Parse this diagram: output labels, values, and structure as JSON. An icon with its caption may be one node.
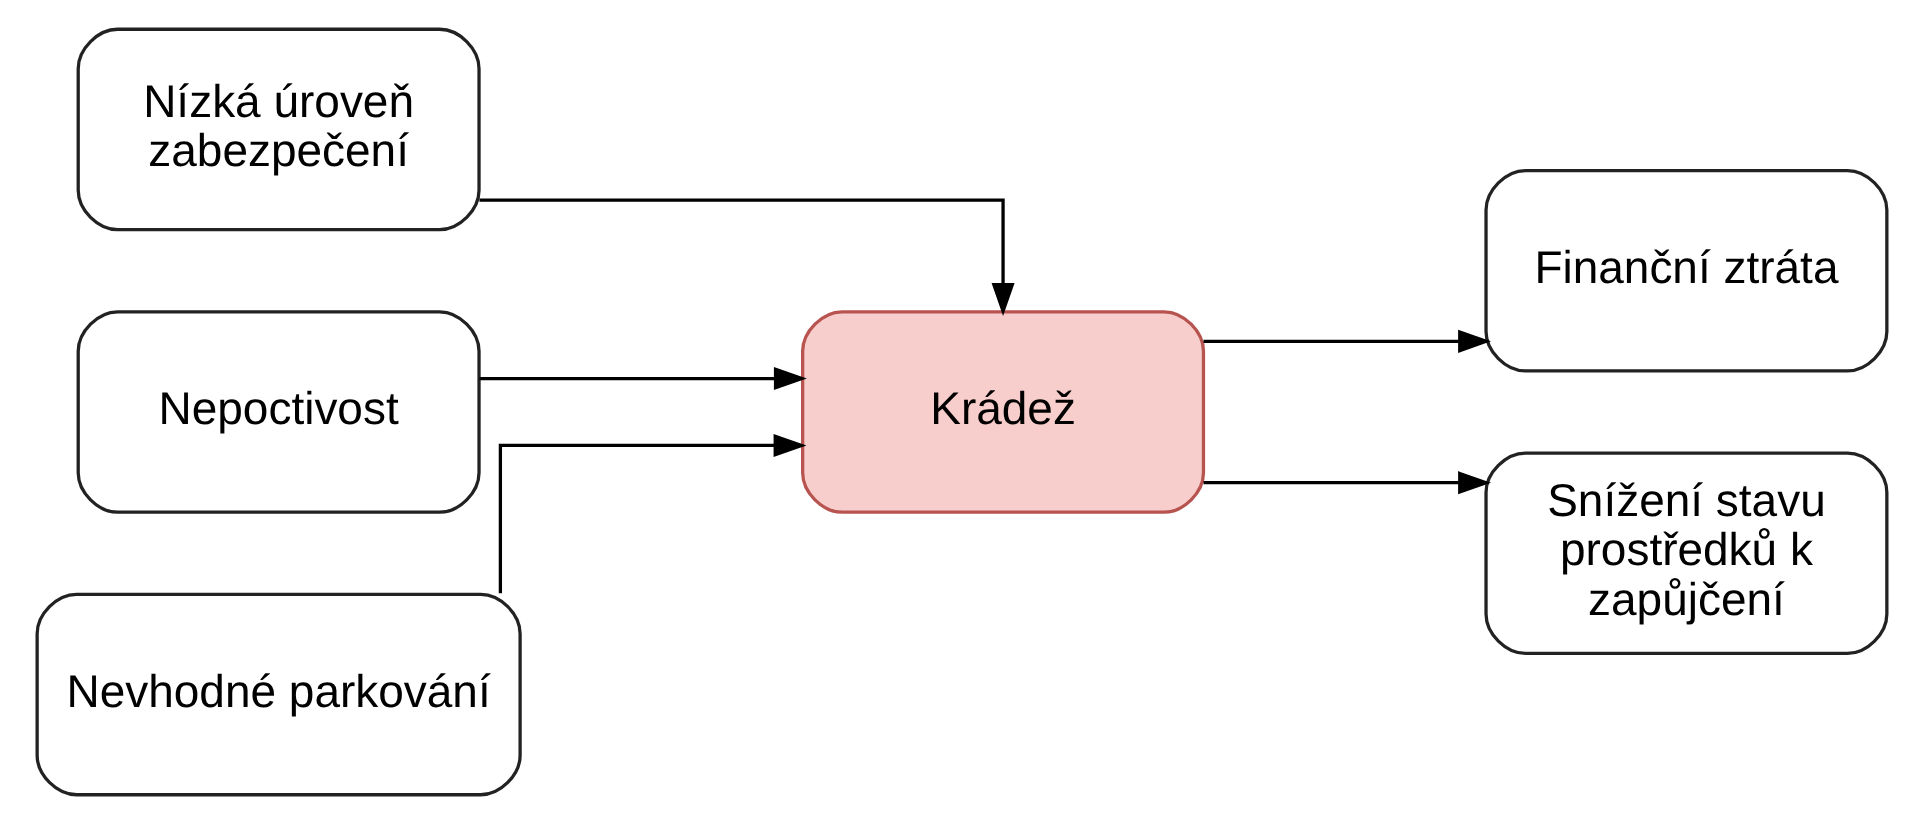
{
  "diagram": {
    "nodes": [
      {
        "text": [
          "Nízká úroveň zabezpečení"
        ]
      },
      {
        "text": [
          "Nepoctivost"
        ]
      },
      {
        "text": [
          "Nevhodné parkování"
        ]
      },
      {
        "text": [
          "Krádež"
        ]
      },
      {
        "text": [
          "Finanční ztráta"
        ]
      },
      {
        "text": [
          "Snížení stavu prostředků k zapůjčení"
        ]
      }
    ],
    "edges": [
      {
        "from": 0,
        "to": 3,
        "arrow": "to"
      },
      {
        "from": 1,
        "to": 3,
        "arrow": "to"
      },
      {
        "from": 2,
        "to": 3,
        "arrow": "to"
      },
      {
        "from": 3,
        "to": 4,
        "arrow": "to"
      },
      {
        "from": 3,
        "to": 5,
        "arrow": "to"
      }
    ]
  }
}
